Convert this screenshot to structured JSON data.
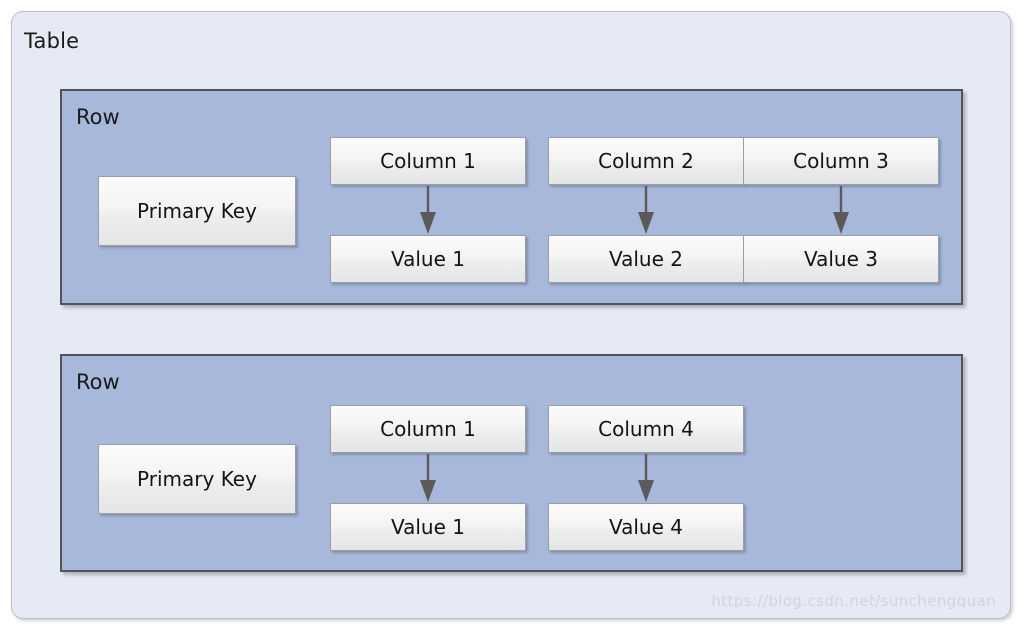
{
  "diagram": {
    "title": "Table",
    "container_label": "Table",
    "colors": {
      "table_fill": "#e6eaf4",
      "table_border": "#b9bfcd",
      "row_fill": "#a7b8db",
      "row_border": "#53545a",
      "node_fill": "#f4f4f4",
      "node_border": "#9a9ea6",
      "arrow": "#5a5a5a",
      "text": "#141414",
      "watermark": "#ccd4e6"
    },
    "rows": [
      {
        "label": "Row",
        "primary_key": "Primary Key",
        "pairs": [
          {
            "column": "Column 1",
            "value": "Value 1"
          },
          {
            "column": "Column 2",
            "value": "Value 2"
          },
          {
            "column": "Column 3",
            "value": "Value 3"
          }
        ]
      },
      {
        "label": "Row",
        "primary_key": "Primary Key",
        "pairs": [
          {
            "column": "Column 1",
            "value": "Value 1"
          },
          {
            "column": "Column 4",
            "value": "Value 4"
          }
        ]
      }
    ],
    "watermark": "https://blog.csdn.net/sunchengquan"
  }
}
